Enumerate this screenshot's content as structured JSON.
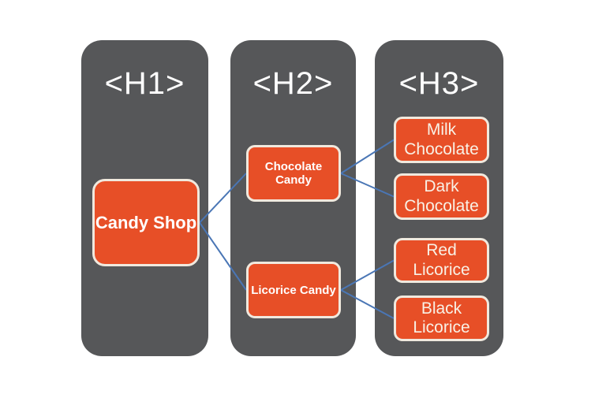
{
  "diagram": {
    "title": "Heading hierarchy candy shop diagram",
    "colors": {
      "background": "#ffffff",
      "column_gray": "#565759",
      "node_orange": "#e74f27",
      "node_border": "#f0e9de",
      "connector_blue": "#4a76b5",
      "heading_text": "#ffffff",
      "node_text": "#ffffff",
      "leaf_text": "#f8f1e6"
    },
    "columns": [
      {
        "id": "h1",
        "label": "<H1>"
      },
      {
        "id": "h2",
        "label": "<H2>"
      },
      {
        "id": "h3",
        "label": "<H3>"
      }
    ],
    "nodes": [
      {
        "id": "candy-shop",
        "column": "h1",
        "label": "Candy Shop"
      },
      {
        "id": "chocolate-candy",
        "column": "h2",
        "label": "Chocolate Candy"
      },
      {
        "id": "licorice-candy",
        "column": "h2",
        "label": "Licorice Candy"
      },
      {
        "id": "milk-chocolate",
        "column": "h3",
        "label": "Milk\nChocolate"
      },
      {
        "id": "dark-chocolate",
        "column": "h3",
        "label": "Dark\nChocolate"
      },
      {
        "id": "red-licorice",
        "column": "h3",
        "label": "Red\nLicorice"
      },
      {
        "id": "black-licorice",
        "column": "h3",
        "label": "Black\nLicorice"
      }
    ],
    "edges": [
      {
        "from": "candy-shop",
        "to": "chocolate-candy"
      },
      {
        "from": "candy-shop",
        "to": "licorice-candy"
      },
      {
        "from": "chocolate-candy",
        "to": "milk-chocolate"
      },
      {
        "from": "chocolate-candy",
        "to": "dark-chocolate"
      },
      {
        "from": "licorice-candy",
        "to": "red-licorice"
      },
      {
        "from": "licorice-candy",
        "to": "black-licorice"
      }
    ]
  }
}
